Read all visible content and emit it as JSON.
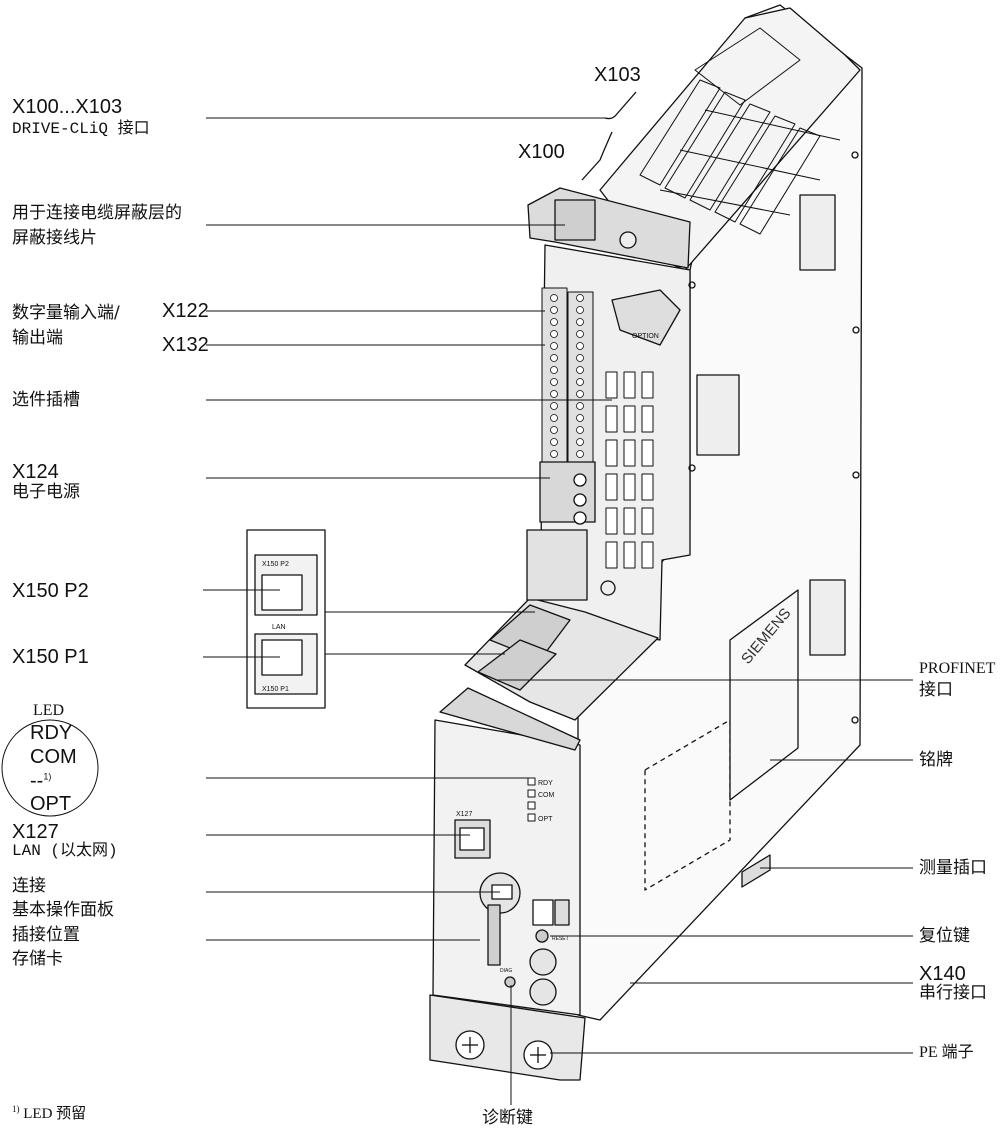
{
  "callouts": {
    "x100_x103": {
      "code": "X100...X103",
      "desc": "DRIVE-CLiQ 接口"
    },
    "x103_top": "X103",
    "x100_top": "X100",
    "shield": {
      "line1": "用于连接电缆屏蔽层的",
      "line2": "屏蔽接线片"
    },
    "digital_io": {
      "line1": "数字量输入端/",
      "line2": "输出端"
    },
    "x122": "X122",
    "x132": "X132",
    "option_slot": "选件插槽",
    "x124": {
      "code": "X124",
      "desc": "电子电源"
    },
    "x150_p2": "X150 P2",
    "x150_p1": "X150 P1",
    "led": {
      "title": "LED",
      "rdy": "RDY",
      "com": "COM",
      "dash": "--",
      "note_mark": "1)",
      "opt": "OPT"
    },
    "x127": {
      "code": "X127",
      "desc": "LAN (以太网)"
    },
    "bop": {
      "line1": "连接",
      "line2": "基本操作面板"
    },
    "memory_card": {
      "line1": "插接位置",
      "line2": "存储卡"
    },
    "footnote": {
      "mark": "1)",
      "text": "LED 预留"
    },
    "diag_key": "诊断键",
    "profinet": {
      "line1": "PROFINET",
      "line2": "接口"
    },
    "nameplate": "铭牌",
    "measure": "测量插口",
    "reset": "复位键",
    "x140": {
      "code": "X140",
      "desc": "串行接口"
    },
    "pe": "PE 端子"
  },
  "device_marks": {
    "brand": "SIEMENS",
    "inset_top": "X150 P2",
    "inset_lan": "LAN",
    "inset_bottom": "X150 P1",
    "led_rdy": "RDY",
    "led_com": "COM",
    "led_opt": "OPT",
    "port_x127": "X127",
    "option": "OPTION",
    "reset": "RESET",
    "diag": "DIAG"
  }
}
